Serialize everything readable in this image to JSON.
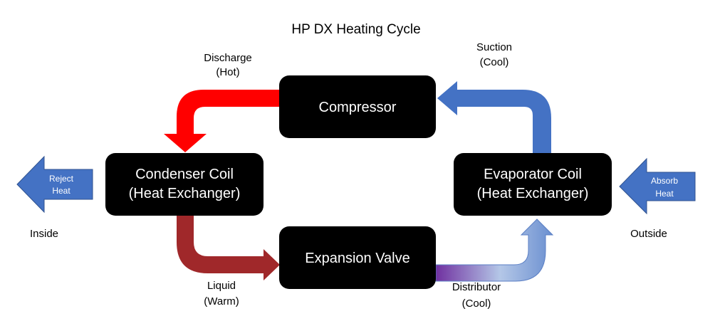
{
  "title": "HP DX Heating Cycle",
  "components": {
    "compressor": "Compressor",
    "condenser_line1": "Condenser Coil",
    "condenser_line2": "(Heat Exchanger)",
    "evaporator_line1": "Evaporator Coil",
    "evaporator_line2": "(Heat Exchanger)",
    "expansion_valve": "Expansion Valve"
  },
  "flow_labels": {
    "discharge_line1": "Discharge",
    "discharge_line2": "(Hot)",
    "suction_line1": "Suction",
    "suction_line2": "(Cool)",
    "liquid_line1": "Liquid",
    "liquid_line2": "(Warm)",
    "distributor_line1": "Distributor",
    "distributor_line2": "(Cool)"
  },
  "heat_arrows": {
    "reject_line1": "Reject",
    "reject_line2": "Heat",
    "absorb_line1": "Absorb",
    "absorb_line2": "Heat"
  },
  "sides": {
    "inside": "Inside",
    "outside": "Outside"
  },
  "colors": {
    "box_fill": "#000000",
    "discharge_pipe": "#ff0000",
    "liquid_pipe": "#a0282a",
    "suction_pipe": "#4472c4",
    "heat_arrow": "#4472c4",
    "distributor_start": "#7030a0",
    "distributor_end": "#b4c7e7"
  }
}
